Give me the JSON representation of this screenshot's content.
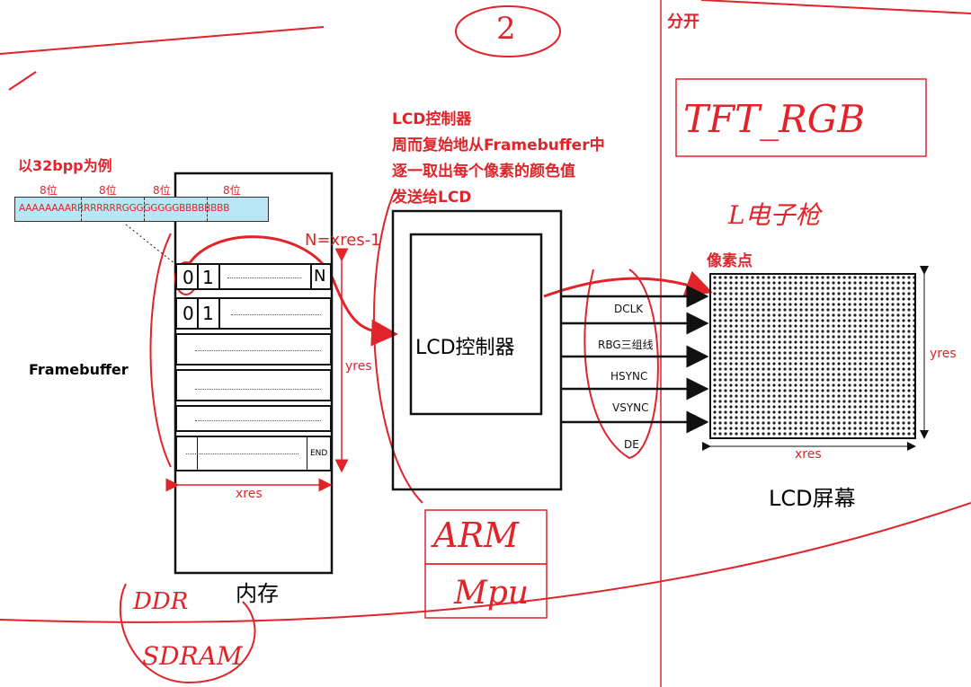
{
  "circled_number": "2",
  "note_split": "分开",
  "bpp_label": "以32bpp为例",
  "bit_labels": [
    "8位",
    "8位",
    "8位",
    "8位"
  ],
  "pixel_bits": "AAAAAAAARRRRRRRRGGGGGGGGBBBBBBBB",
  "controller_note": {
    "title": "LCD控制器",
    "line1": "周而复始地从Framebuffer中",
    "line2": "逐一取出每个像素的颜色值",
    "line3": "发送给LCD"
  },
  "n_label": "N=xres-1",
  "row_first": {
    "c0": "0",
    "c1": "1",
    "last": "N"
  },
  "row_second": {
    "c0": "0",
    "c1": "1"
  },
  "end_label": "END",
  "framebuffer_label": "Framebuffer",
  "yres_label": "yres",
  "xres_label": "xres",
  "memory_label": "内存",
  "controller_box_label": "LCD控制器",
  "signals": [
    "DCLK",
    "RBG三组线",
    "HSYNC",
    "VSYNC",
    "DE"
  ],
  "pixel_point_label": "像素点",
  "screen_label": "LCD屏幕",
  "screen_yres": "yres",
  "screen_xres": "xres",
  "hand_notes": {
    "tft": "TFT_RGB",
    "electric": "L电子枪",
    "arm": "ARM",
    "mpu": "Mpu",
    "ddr": "DDR",
    "sdram": "SDRAM"
  }
}
